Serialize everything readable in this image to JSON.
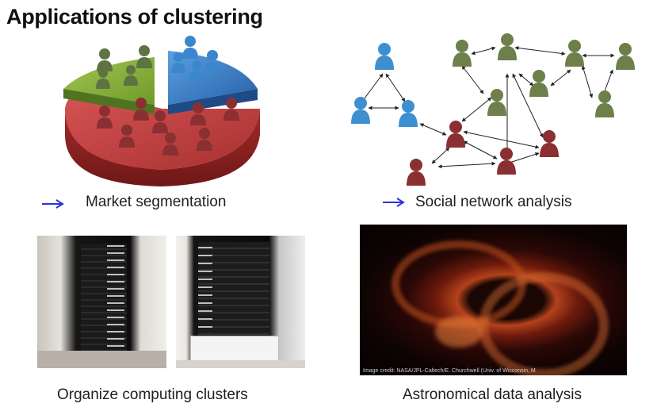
{
  "slide": {
    "title": "Applications of clustering"
  },
  "captions": {
    "market": "Market segmentation",
    "social": "Social network analysis",
    "computing": "Organize computing clusters",
    "astro": "Astronomical data analysis"
  },
  "image_credit": "Image credit: NASA/JPL-Caltech/E. Churchwell (Univ. of Wisconsin, M",
  "colors": {
    "arrow": "#2a34d8",
    "pie_red": "#b83838",
    "pie_green": "#78a02c",
    "pie_blue": "#2f6fb8",
    "person_green": "#6d7f4a",
    "person_blue": "#3e8fd0",
    "person_red": "#8a2f32"
  },
  "icons": {
    "arrow": "right-arrow-icon",
    "person": "person-icon"
  }
}
